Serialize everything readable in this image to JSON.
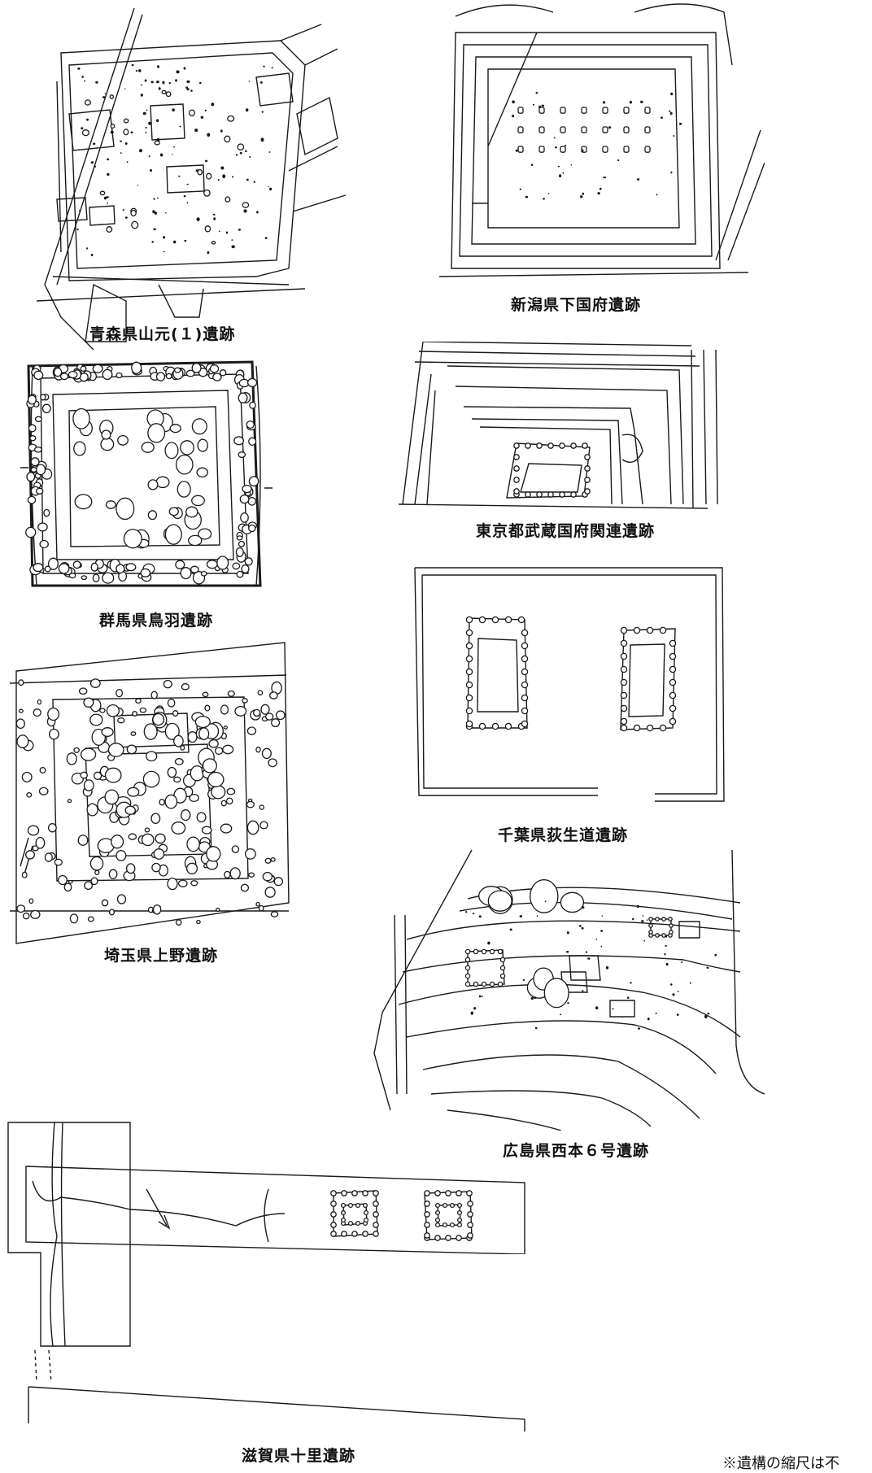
{
  "sites": [
    {
      "id": "aomori",
      "caption": "青森県山元(１)遺跡"
    },
    {
      "id": "niigata",
      "caption": "新潟県下国府遺跡"
    },
    {
      "id": "gunma",
      "caption": "群馬県鳥羽遺跡"
    },
    {
      "id": "tokyo",
      "caption": "東京都武蔵国府関連遺跡"
    },
    {
      "id": "chiba",
      "caption": "千葉県荻生道遺跡"
    },
    {
      "id": "saitama",
      "caption": "埼玉県上野遺跡"
    },
    {
      "id": "hiroshima",
      "caption": "広島県西本６号遺跡"
    },
    {
      "id": "shiga",
      "caption": "滋賀県十里遺跡"
    }
  ],
  "note": "※遺構の縮尺は不"
}
